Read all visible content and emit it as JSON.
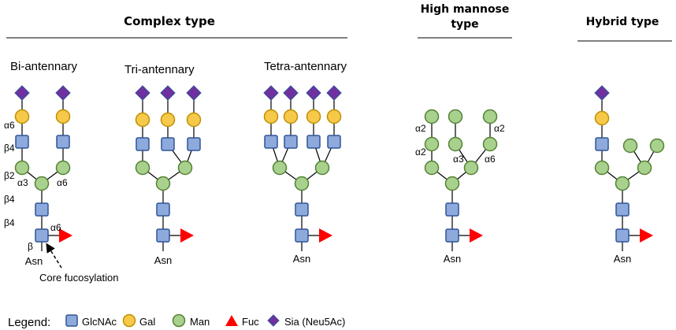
{
  "headings": {
    "complex": "Complex type",
    "high_mannose_1": "High mannose",
    "high_mannose_2": "type",
    "hybrid": "Hybrid type"
  },
  "subheadings": {
    "bi": "Bi-antennary",
    "tri": "Tri-antennary",
    "tetra": "Tetra-antennary"
  },
  "linkages": {
    "a6": "α6",
    "b4": "β4",
    "b2": "β2",
    "a3": "α3",
    "a2": "α2",
    "b": "β"
  },
  "root_label": "Asn",
  "annotation": "Core fucosylation",
  "legend": {
    "title": "Legend:",
    "items": [
      {
        "symbol": "square",
        "color": "#8ea9db",
        "label": "GlcNAc"
      },
      {
        "symbol": "circle",
        "color": "#f7c94b",
        "label": "Gal"
      },
      {
        "symbol": "circle",
        "color": "#a9d18e",
        "label": "Man"
      },
      {
        "symbol": "triangle",
        "color": "#ff0000",
        "label": "Fuc"
      },
      {
        "symbol": "diamond",
        "color": "#7030a0",
        "label": "Sia (Neu5Ac)"
      }
    ]
  },
  "colors": {
    "glcnac": "#8ea9db",
    "gal": "#f7c94b",
    "man": "#a9d18e",
    "fuc": "#ff0000",
    "sia": "#7030a0",
    "stroke_blue": "#2f5597",
    "stroke_gal": "#bf9000",
    "stroke_man": "#548235"
  }
}
